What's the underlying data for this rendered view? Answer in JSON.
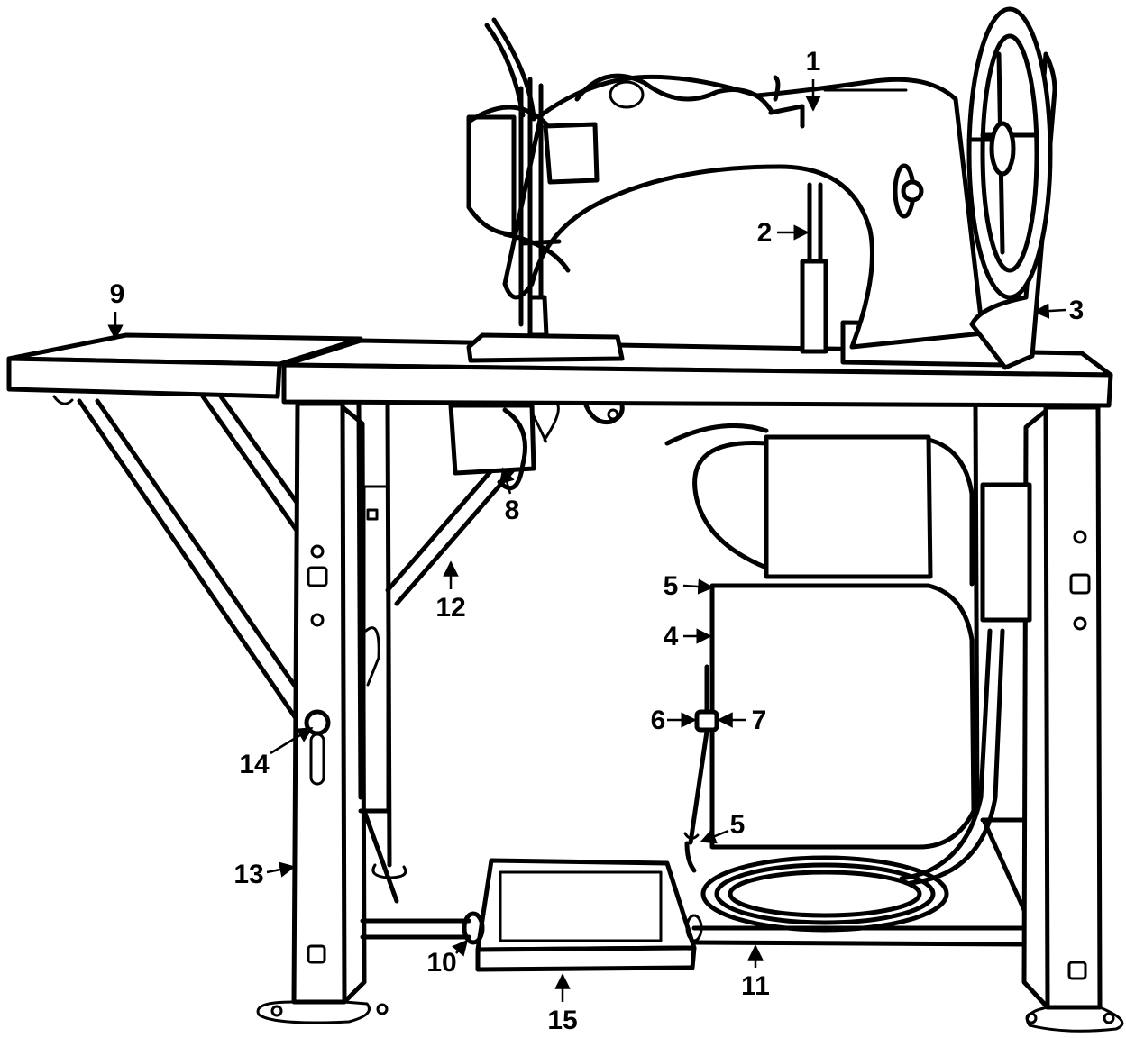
{
  "callouts": [
    {
      "id": "c1",
      "label": "1"
    },
    {
      "id": "c2",
      "label": "2"
    },
    {
      "id": "c3",
      "label": "3"
    },
    {
      "id": "c4",
      "label": "4"
    },
    {
      "id": "c5a",
      "label": "5"
    },
    {
      "id": "c5b",
      "label": "5"
    },
    {
      "id": "c6",
      "label": "6"
    },
    {
      "id": "c7",
      "label": "7"
    },
    {
      "id": "c8",
      "label": "8"
    },
    {
      "id": "c9",
      "label": "9"
    },
    {
      "id": "c10",
      "label": "10"
    },
    {
      "id": "c11",
      "label": "11"
    },
    {
      "id": "c12",
      "label": "12"
    },
    {
      "id": "c13",
      "label": "13"
    },
    {
      "id": "c14",
      "label": "14"
    },
    {
      "id": "c15",
      "label": "15"
    }
  ],
  "colors": {
    "ink": "#000000",
    "paper": "#ffffff"
  }
}
